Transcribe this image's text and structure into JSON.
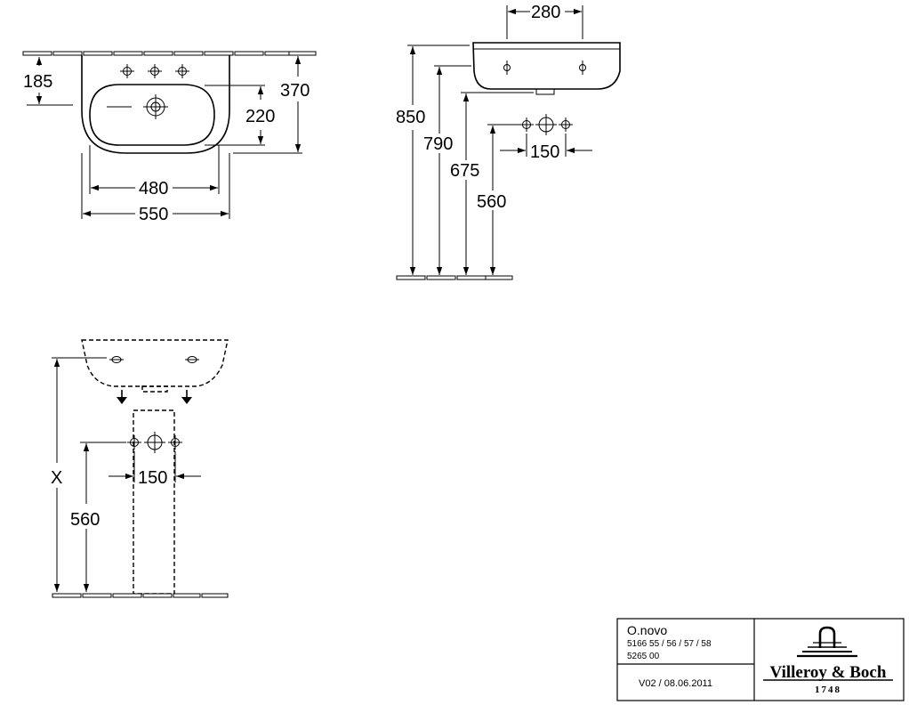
{
  "top_view": {
    "dims": {
      "d185": "185",
      "d370": "370",
      "d220": "220",
      "d480": "480",
      "d550": "550"
    }
  },
  "side_view": {
    "dims": {
      "d280": "280",
      "d850": "850",
      "d790": "790",
      "d675": "675",
      "d560": "560",
      "d150": "150"
    }
  },
  "pedestal_view": {
    "dims": {
      "dx": "X",
      "d560": "560",
      "d150": "150"
    }
  },
  "title_block": {
    "product": "O.novo",
    "codes_line1": "5166 55 / 56 / 57 / 58",
    "codes_line2": "5265 00",
    "version": "V02 / 08.06.2011",
    "brand": "Villeroy & Boch",
    "year": "1748"
  }
}
